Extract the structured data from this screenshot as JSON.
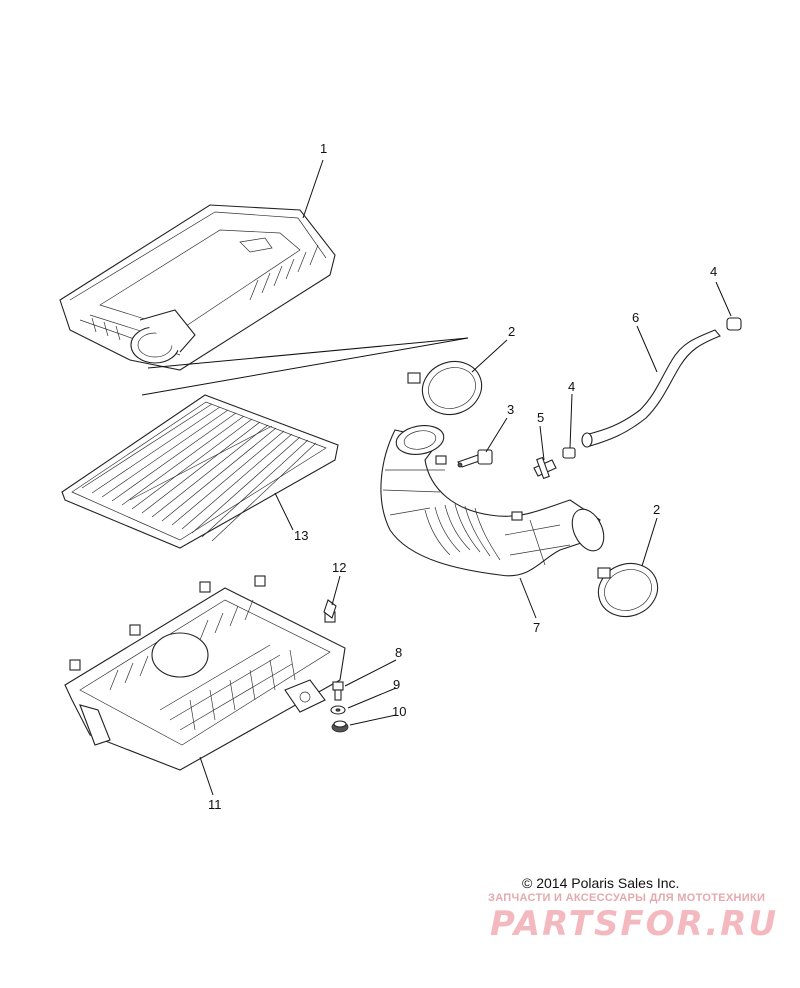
{
  "callouts": [
    {
      "id": "label-1",
      "text": "1"
    },
    {
      "id": "label-2a",
      "text": "2"
    },
    {
      "id": "label-2b",
      "text": "2"
    },
    {
      "id": "label-3",
      "text": "3"
    },
    {
      "id": "label-4a",
      "text": "4"
    },
    {
      "id": "label-4b",
      "text": "4"
    },
    {
      "id": "label-5",
      "text": "5"
    },
    {
      "id": "label-6",
      "text": "6"
    },
    {
      "id": "label-7",
      "text": "7"
    },
    {
      "id": "label-8",
      "text": "8"
    },
    {
      "id": "label-9",
      "text": "9"
    },
    {
      "id": "label-10",
      "text": "10"
    },
    {
      "id": "label-11",
      "text": "11"
    },
    {
      "id": "label-12",
      "text": "12"
    },
    {
      "id": "label-13",
      "text": "13"
    }
  ],
  "footer": {
    "copyright": "© 2014 Polaris Sales Inc.",
    "watermark_tagline": "ЗАПЧАСТИ И АКСЕССУАРЫ ДЛЯ МОТОТЕХНИКИ",
    "watermark_logo": "PARTSFOR.RU"
  },
  "colors": {
    "line": "#111111",
    "watermark": "#f3b9bf"
  }
}
